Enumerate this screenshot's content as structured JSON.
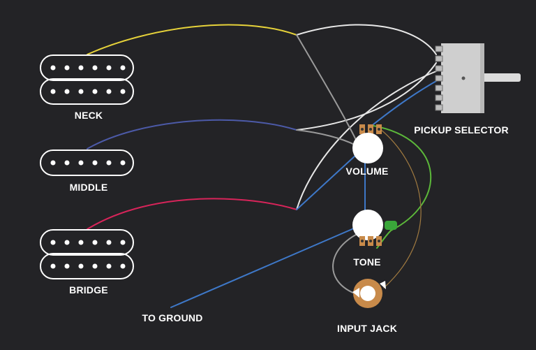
{
  "labels": {
    "neck": "NECK",
    "middle": "MIDDLE",
    "bridge": "BRIDGE",
    "pickup_selector": "PICKUP SELECTOR",
    "volume": "VOLUME",
    "tone": "TONE",
    "input_jack": "INPUT JACK",
    "to_ground": "TO GROUND"
  },
  "colors": {
    "background": "#232326",
    "pickup_outline": "#ffffff",
    "wire_neck": "#e6d23a",
    "wire_middle": "#4c5aa8",
    "wire_bridge": "#d8245a",
    "wire_white": "#e8e8e8",
    "wire_gray": "#9a9a9a",
    "wire_blue": "#3e78c8",
    "wire_green": "#5cb83a",
    "wire_brown": "#a07a40",
    "capacitor": "#3aa63a",
    "pot_lug": "#c88a4a",
    "switch_body": "#cfcfcf"
  }
}
